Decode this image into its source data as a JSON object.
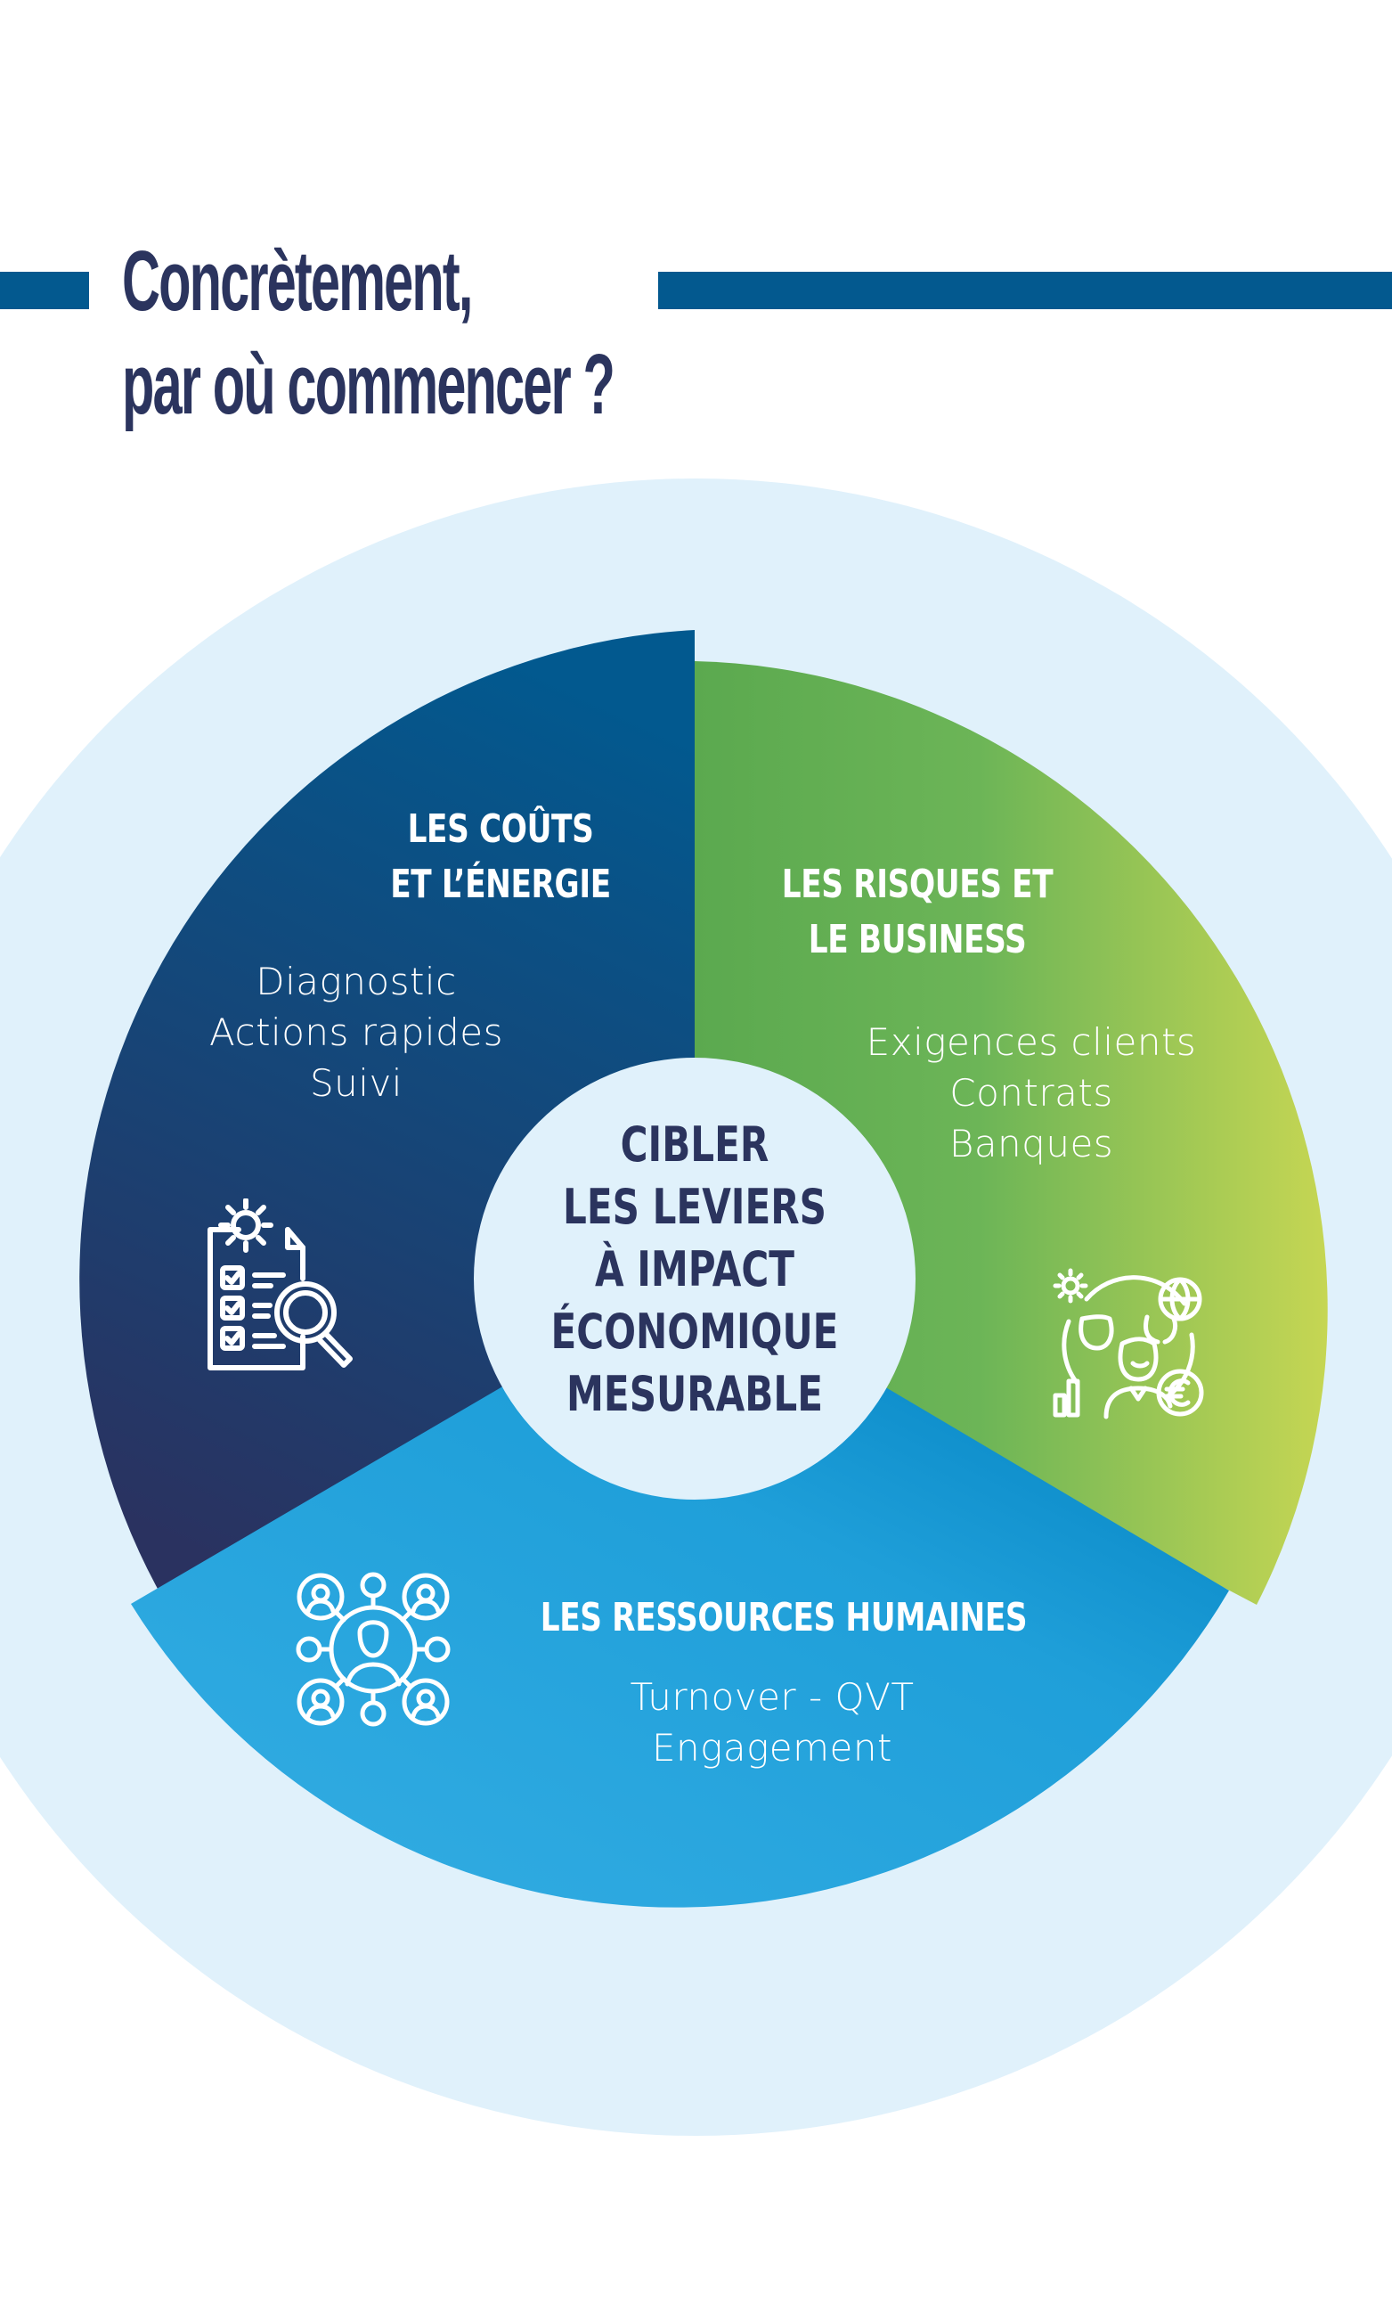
{
  "header": {
    "title_lines": [
      "Concrètement,",
      "par où commencer ?"
    ]
  },
  "colors": {
    "title": "#2B345E",
    "bar": "#03598F",
    "background_circle": "#E0F1FB",
    "center_circle": "#E0F1FB",
    "segment_costs_gradient": [
      "#02598F",
      "#2A3260"
    ],
    "segment_risks_gradient": [
      "#5BA94F",
      "#C6D653"
    ],
    "segment_hr_gradient": [
      "#2FAAE1",
      "#0890CC"
    ]
  },
  "center": {
    "lines": [
      "CIBLER",
      "LES LEVIERS",
      "À IMPACT",
      "ÉCONOMIQUE",
      "MESURABLE"
    ]
  },
  "segments": [
    {
      "id": "costs",
      "heading_lines": [
        "LES COÛTS",
        "ET L’ÉNERGIE"
      ],
      "items": [
        "Diagnostic",
        "Actions rapides",
        "Suivi"
      ],
      "icon": "checklist-gear-magnifier-icon"
    },
    {
      "id": "risks",
      "heading_lines": [
        "LES RISQUES ET",
        "LE BUSINESS"
      ],
      "items": [
        "Exigences clients",
        "Contrats",
        "Banques"
      ],
      "icon": "people-globe-euro-icon"
    },
    {
      "id": "hr",
      "heading_lines": [
        "LES RESSOURCES HUMAINES"
      ],
      "items": [
        "Turnover - QVT",
        "Engagement"
      ],
      "icon": "people-network-icon"
    }
  ]
}
